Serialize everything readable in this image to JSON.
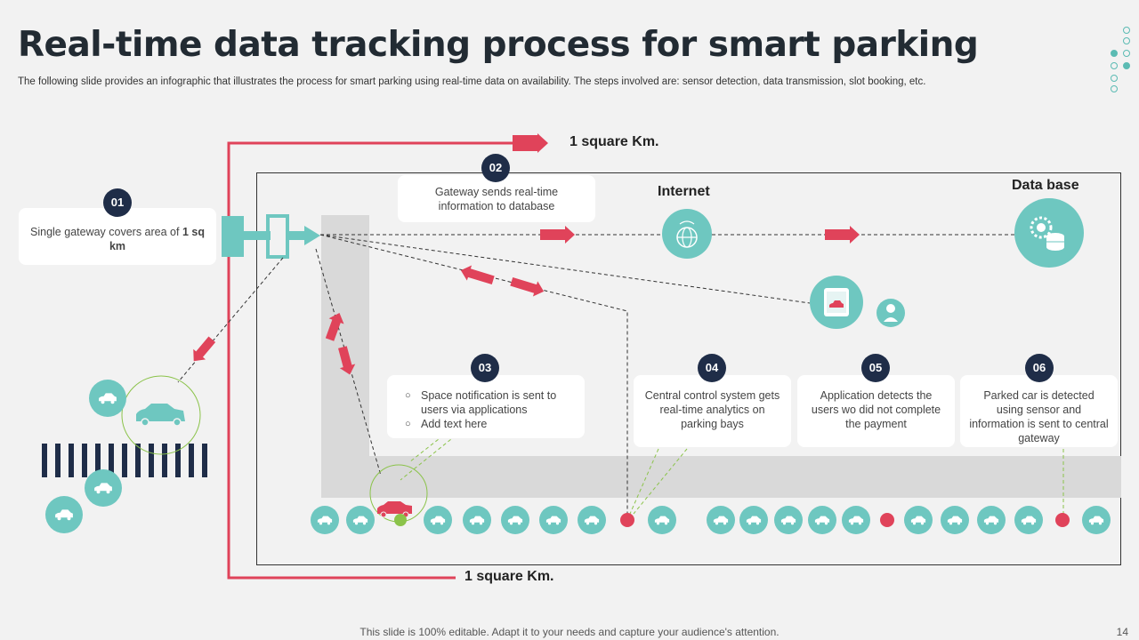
{
  "title": "Real-time data tracking process for smart parking",
  "subtitle": "The following slide provides an infographic that illustrates the process for smart parking using real-time data on availability. The steps involved are: sensor detection, data transmission, slot booking, etc.",
  "area_label_top": "1 square Km.",
  "area_label_bottom": "1 square Km.",
  "internet_label": "Internet",
  "database_label": "Data base",
  "steps": [
    {
      "num": "01",
      "text_pre": "Single gateway covers area of ",
      "text_bold": "1 sq km"
    },
    {
      "num": "02",
      "text": "Gateway sends real-time information to database"
    },
    {
      "num": "03",
      "bullets": [
        "Space notification is sent to users via applications",
        "Add text here"
      ]
    },
    {
      "num": "04",
      "text": "Central control system gets real-time analytics on parking bays"
    },
    {
      "num": "05",
      "text": "Application detects the users wo did not complete the payment"
    },
    {
      "num": "06",
      "text": "Parked car is detected using sensor and information is sent to central gateway"
    }
  ],
  "icons": [
    "gateway-icon",
    "globe-icon",
    "database-gear-icon",
    "tablet-app-icon",
    "person-icon",
    "car-icon"
  ],
  "colors": {
    "accent_red": "#e0435a",
    "teal": "#6ec7c0",
    "navy": "#1f2d48",
    "green": "#8bc34a"
  },
  "footer": "This slide is 100% editable. Adapt it to your needs and capture your audience's attention.",
  "page_number": "14"
}
